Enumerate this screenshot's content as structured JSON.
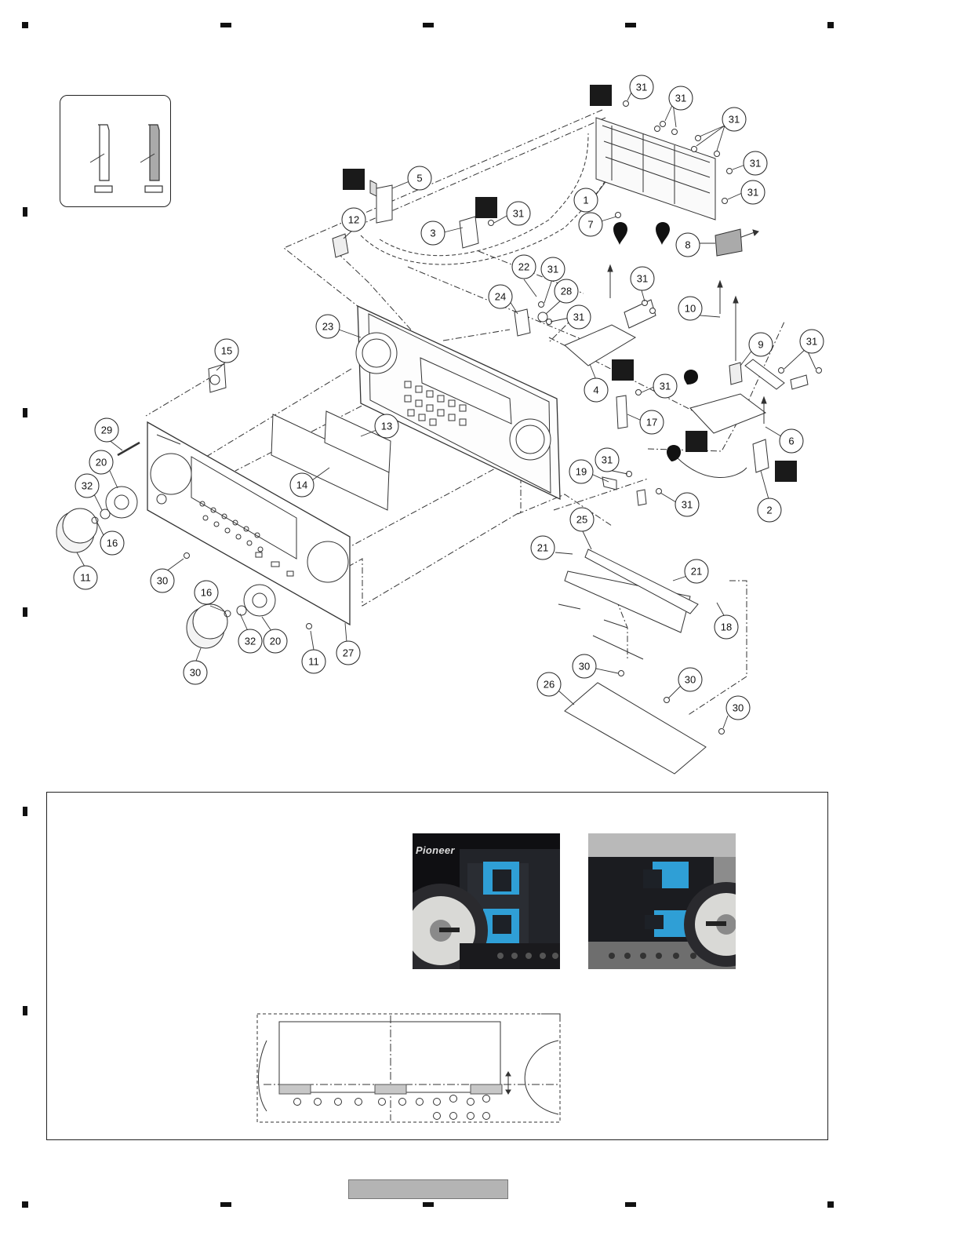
{
  "brand": "Pioneer",
  "callouts": [
    {
      "n": "31"
    },
    {
      "n": "31"
    },
    {
      "n": "31"
    },
    {
      "n": "31"
    },
    {
      "n": "31"
    },
    {
      "n": "5"
    },
    {
      "n": "12"
    },
    {
      "n": "3"
    },
    {
      "n": "31"
    },
    {
      "n": "1"
    },
    {
      "n": "7"
    },
    {
      "n": "8"
    },
    {
      "n": "22"
    },
    {
      "n": "31"
    },
    {
      "n": "24"
    },
    {
      "n": "28"
    },
    {
      "n": "31"
    },
    {
      "n": "31"
    },
    {
      "n": "10"
    },
    {
      "n": "23"
    },
    {
      "n": "9"
    },
    {
      "n": "31"
    },
    {
      "n": "15"
    },
    {
      "n": "4"
    },
    {
      "n": "31"
    },
    {
      "n": "13"
    },
    {
      "n": "17"
    },
    {
      "n": "29"
    },
    {
      "n": "6"
    },
    {
      "n": "20"
    },
    {
      "n": "31"
    },
    {
      "n": "19"
    },
    {
      "n": "32"
    },
    {
      "n": "14"
    },
    {
      "n": "31"
    },
    {
      "n": "2"
    },
    {
      "n": "16"
    },
    {
      "n": "25"
    },
    {
      "n": "21"
    },
    {
      "n": "11"
    },
    {
      "n": "30"
    },
    {
      "n": "21"
    },
    {
      "n": "16"
    },
    {
      "n": "18"
    },
    {
      "n": "32"
    },
    {
      "n": "20"
    },
    {
      "n": "27"
    },
    {
      "n": "30"
    },
    {
      "n": "11"
    },
    {
      "n": "30"
    },
    {
      "n": "30"
    },
    {
      "n": "26"
    },
    {
      "n": "30"
    }
  ]
}
